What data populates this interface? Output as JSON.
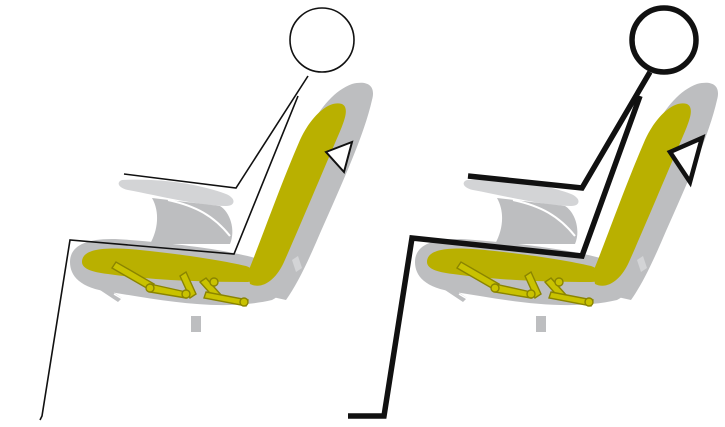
{
  "diagram": {
    "panels": [
      {
        "name": "thin-outline-posture",
        "figure_style": "thin"
      },
      {
        "name": "bold-outline-posture",
        "figure_style": "bold"
      }
    ],
    "colors": {
      "background": "#ffffff",
      "chair_shell": "#bdbec0",
      "chair_shell_light": "#d3d4d6",
      "cushion": "#b9b000",
      "cushion_dark": "#8a8400",
      "mechanism": "#c9c200",
      "figure_stroke": "#111111",
      "highlight": "#ffffff"
    },
    "icons": [
      "triangle-arrow-icon"
    ]
  }
}
